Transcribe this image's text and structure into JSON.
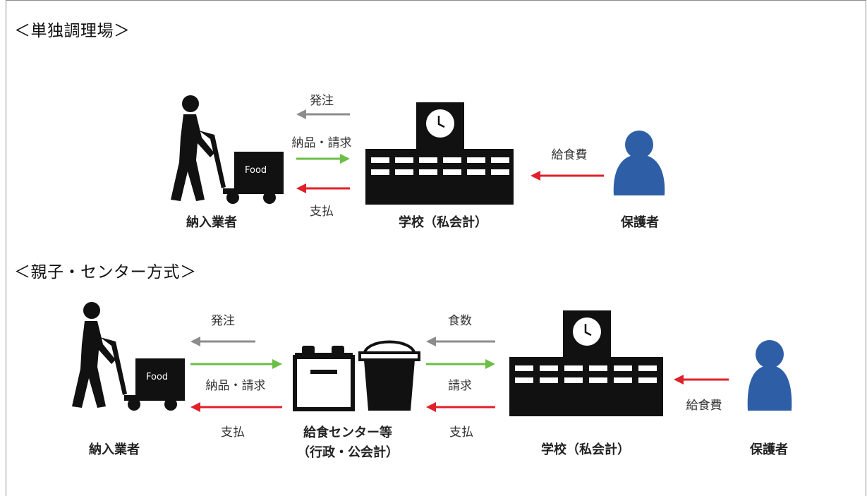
{
  "sections": {
    "single": {
      "heading": "＜単独調理場＞",
      "contractor": "納入業者",
      "school": "学校（私会計）",
      "guardian": "保護者",
      "order": "発注",
      "delivery": "納品・請求",
      "payment": "支払",
      "meal_fee": "給食費",
      "food_label": "Food"
    },
    "center": {
      "heading": "＜親子・センター方式＞",
      "contractor": "納入業者",
      "center_line1": "給食センター等",
      "center_line2": "（行政・公会計）",
      "school": "学校（私会計）",
      "guardian": "保護者",
      "order": "発注",
      "delivery": "納品・請求",
      "payment_left": "支払",
      "meal_count": "食数",
      "invoice": "請求",
      "payment_right": "支払",
      "meal_fee": "給食費",
      "food_label": "Food"
    }
  },
  "colors": {
    "order_arrow": "#8c8c8c",
    "delivery_arrow": "#6abf45",
    "payment_arrow": "#e0202a",
    "guardian_icon": "#2e5fa6",
    "icon_black": "#111111"
  }
}
